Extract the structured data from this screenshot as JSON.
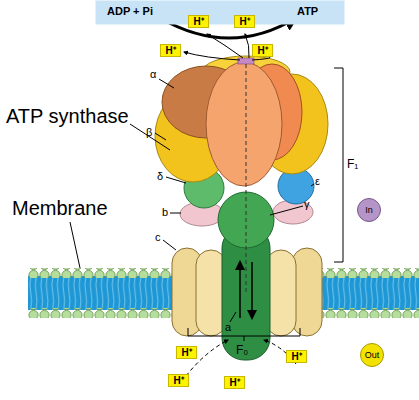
{
  "diagram": {
    "nodes": [
      {
        "text": [
          "ADP + Pi",
          "ATP"
        ]
      },
      {
        "text": [
          "H⁺"
        ],
        "in": 0
      },
      {
        "text": [
          "H⁺"
        ],
        "in": 0
      },
      {
        "text": [
          "H⁺"
        ]
      },
      {
        "text": [
          "H⁺"
        ]
      },
      {
        "text": [
          "In"
        ]
      },
      {
        "text": [
          "H⁺"
        ]
      },
      {
        "text": [
          "H⁺"
        ]
      },
      {
        "text": [
          "Out"
        ]
      },
      {
        "text": [
          "H⁺"
        ]
      },
      {
        "text": [
          "H⁺"
        ]
      }
    ],
    "labels": [
      "α",
      "ATP synthase",
      "β",
      "F₁",
      "δ",
      "ε",
      "γ",
      "Membrane",
      "b",
      "c",
      "a",
      "F₀"
    ]
  }
}
